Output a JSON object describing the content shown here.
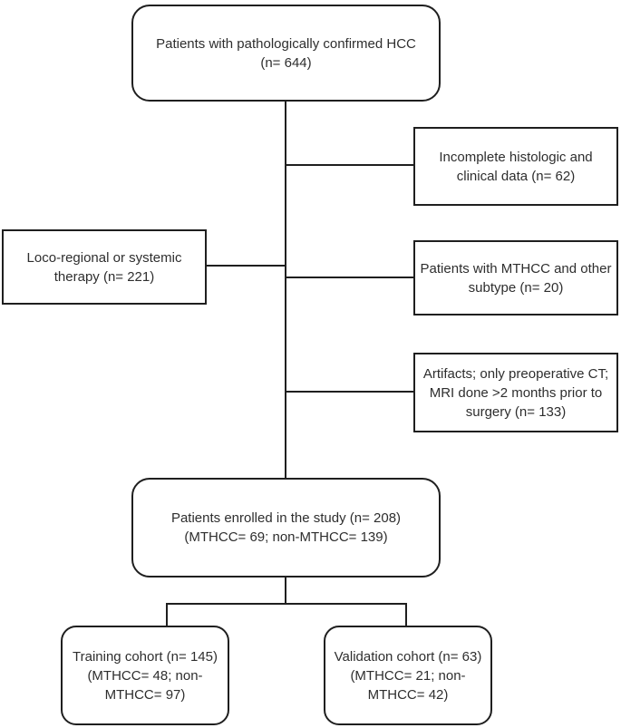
{
  "diagram": {
    "type": "flowchart",
    "subject": "Patient enrollment flow for HCC study",
    "colors": {
      "background": "#ffffff",
      "border": "#1f1f1f",
      "connector": "#1f1f1f",
      "text": "#2e2e2e"
    },
    "nodes": {
      "top": {
        "lines": [
          "Patients with pathologically confirmed HCC",
          "(n= 644)"
        ],
        "n": 644
      },
      "excl_incomplete": {
        "lines": [
          "Incomplete histologic and",
          "clinical data (n= 62)"
        ],
        "n": 62
      },
      "therapy": {
        "lines": [
          "Loco-regional or systemic",
          "therapy (n= 221)"
        ],
        "n": 221
      },
      "excl_subtype": {
        "lines": [
          "Patients with MTHCC and other",
          "subtype (n= 20)"
        ],
        "n": 20
      },
      "excl_artifacts": {
        "lines": [
          "Artifacts; only preoperative CT;",
          "MRI done >2 months prior to",
          "surgery (n= 133)"
        ],
        "n": 133
      },
      "enrolled": {
        "lines": [
          "Patients enrolled in the study (n= 208)",
          "(MTHCC= 69; non-MTHCC= 139)"
        ],
        "n": 208
      },
      "training": {
        "lines": [
          "Training cohort (n= 145)",
          "(MTHCC= 48; non-",
          "MTHCC= 97)"
        ],
        "n": 145
      },
      "validation": {
        "lines": [
          "Validation cohort (n= 63)",
          "(MTHCC= 21; non-",
          "MTHCC= 42)"
        ],
        "n": 63
      }
    }
  }
}
